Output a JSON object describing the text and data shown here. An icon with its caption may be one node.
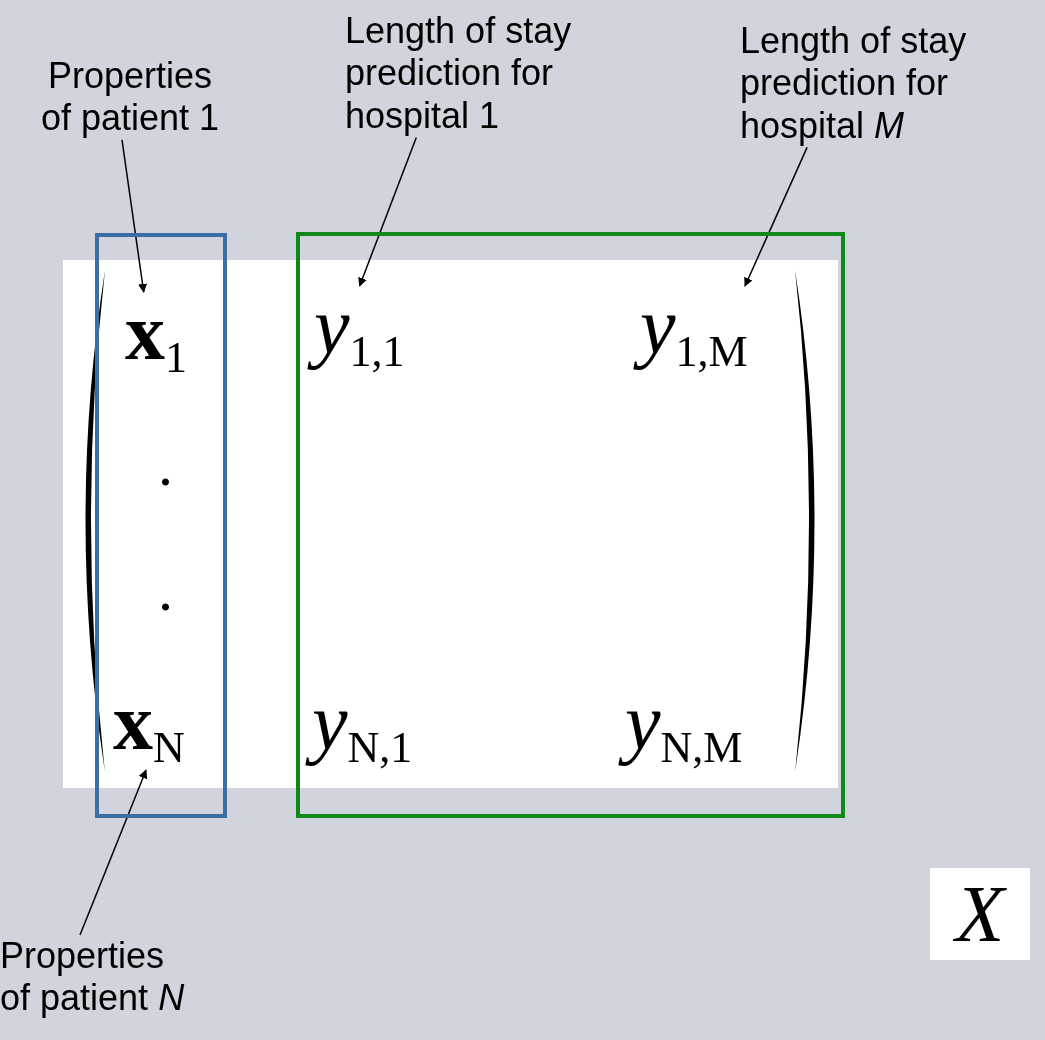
{
  "diagram": {
    "nodes": [
      {
        "text": [
          "Properties of patient 1"
        ]
      },
      {
        "text": [
          "Length of stay prediction for hospital 1"
        ]
      },
      {
        "text": [
          "Length of stay prediction for hospital *M*"
        ]
      },
      {
        "text": [],
        "shape": "box"
      },
      {
        "text": [
          "**x**$_{1}$"
        ],
        "in": 3
      },
      {
        "text": [
          "**x**$_{N}$"
        ],
        "in": 3
      },
      {
        "text": [],
        "shape": "box"
      },
      {
        "text": [
          "*y*$_{1,1}$"
        ],
        "in": 6
      },
      {
        "text": [
          "*y*$_{1,M}$"
        ],
        "in": 6
      },
      {
        "text": [
          "*y*$_{N,1}$"
        ],
        "in": 6
      },
      {
        "text": [
          "*y*$_{N,M}$"
        ],
        "in": 6
      },
      {
        "text": [
          "Properties of patient *N*"
        ]
      },
      {
        "text": [
          "X"
        ]
      }
    ],
    "edges": [
      {
        "from": 0,
        "to": 4,
        "arrow": "to"
      },
      {
        "from": 1,
        "to": 7,
        "arrow": "to"
      },
      {
        "from": 2,
        "to": 8,
        "arrow": "to"
      },
      {
        "from": 11,
        "to": 5,
        "arrow": "to"
      }
    ],
    "labels": [
      ".",
      "."
    ]
  }
}
